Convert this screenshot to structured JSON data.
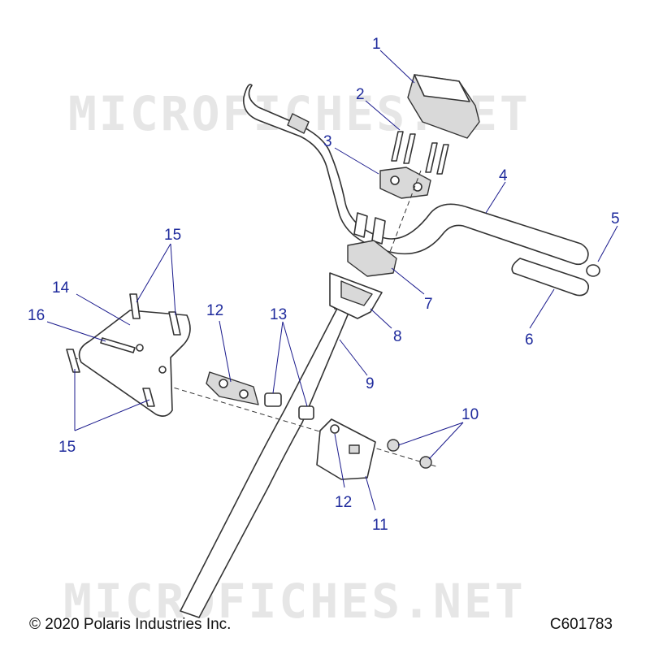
{
  "watermark_text": "MICROFICHES.NET",
  "footer": {
    "copyright": "© 2020 Polaris Industries Inc.",
    "diagram_code": "C601783"
  },
  "callouts": {
    "c1": "1",
    "c2": "2",
    "c3": "3",
    "c4": "4",
    "c5": "5",
    "c6": "6",
    "c7": "7",
    "c8": "8",
    "c9": "9",
    "c10": "10",
    "c11": "11",
    "c12a": "12",
    "c12b": "12",
    "c13": "13",
    "c14": "14",
    "c15a": "15",
    "c15b": "15",
    "c16": "16"
  },
  "colors": {
    "callout": "#1e2a9c",
    "line": "#333333",
    "watermark": "#e6e6e6"
  }
}
